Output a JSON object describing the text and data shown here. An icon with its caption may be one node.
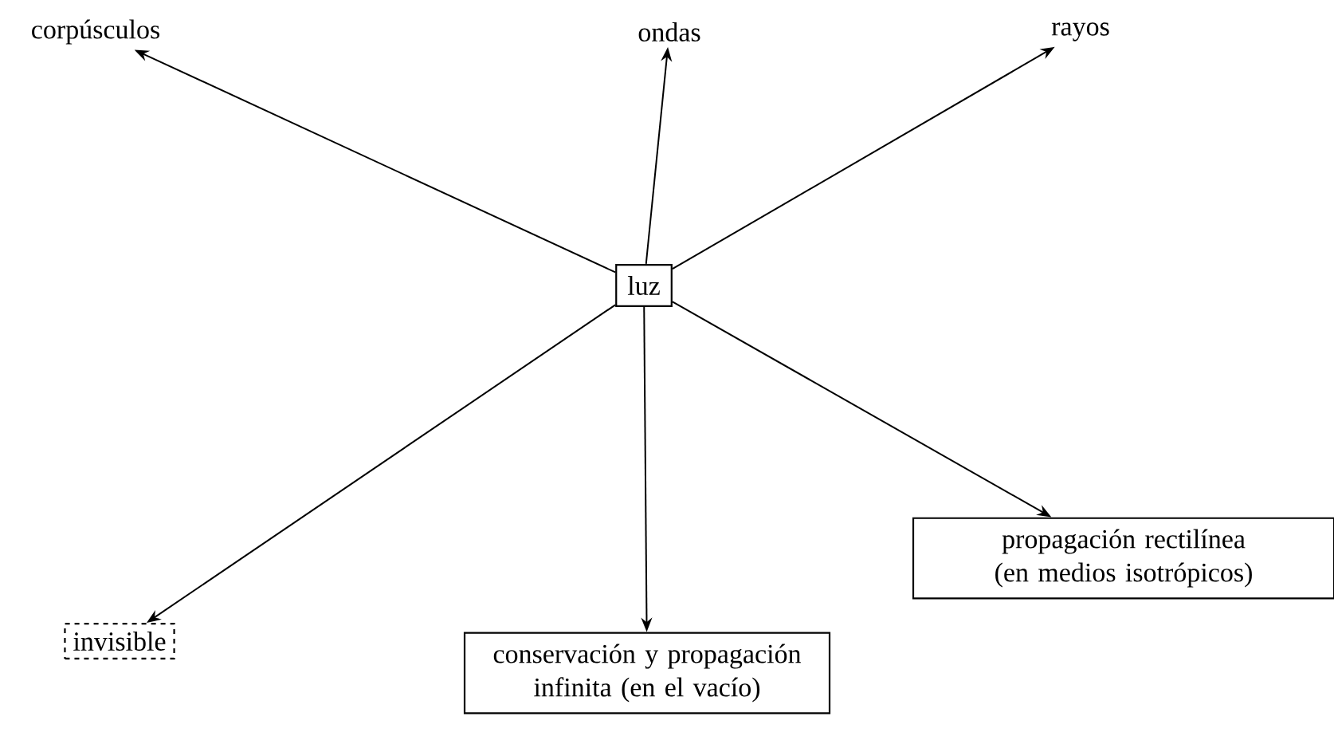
{
  "diagram": {
    "nodes": [
      {
        "text": [
          "luz"
        ]
      },
      {
        "text": [
          "corpúsculos"
        ]
      },
      {
        "text": [
          "ondas"
        ]
      },
      {
        "text": [
          "rayos"
        ]
      },
      {
        "text": [
          "invisible"
        ]
      },
      {
        "text": [
          "conservación y propagación infinita (en el vacío)"
        ]
      },
      {
        "text": [
          "propagación rectilínea (en medios isotrópicos)"
        ]
      }
    ],
    "edges": [
      {
        "from": 0,
        "to": 1,
        "arrow": "to"
      },
      {
        "from": 0,
        "to": 2,
        "arrow": "to"
      },
      {
        "from": 0,
        "to": 3,
        "arrow": "to"
      },
      {
        "from": 0,
        "to": 4,
        "arrow": "to"
      },
      {
        "from": 0,
        "to": 5,
        "arrow": "to"
      },
      {
        "from": 0,
        "to": 6,
        "arrow": "to"
      }
    ]
  }
}
